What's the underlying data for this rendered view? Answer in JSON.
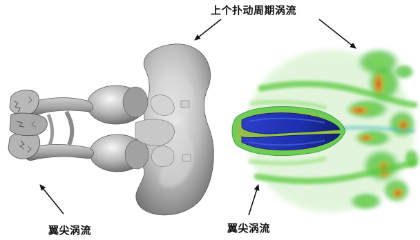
{
  "labels": {
    "top": "上个扑动周期涡流",
    "bottom_left": "翼尖涡流",
    "bottom_right": "翼尖涡流"
  },
  "colors": {
    "iso_surface": "#b8b8b8",
    "vortex_green": "#3fbf2a",
    "vortex_red": "#d24a1e",
    "wing_blue": "#1f33b8"
  }
}
